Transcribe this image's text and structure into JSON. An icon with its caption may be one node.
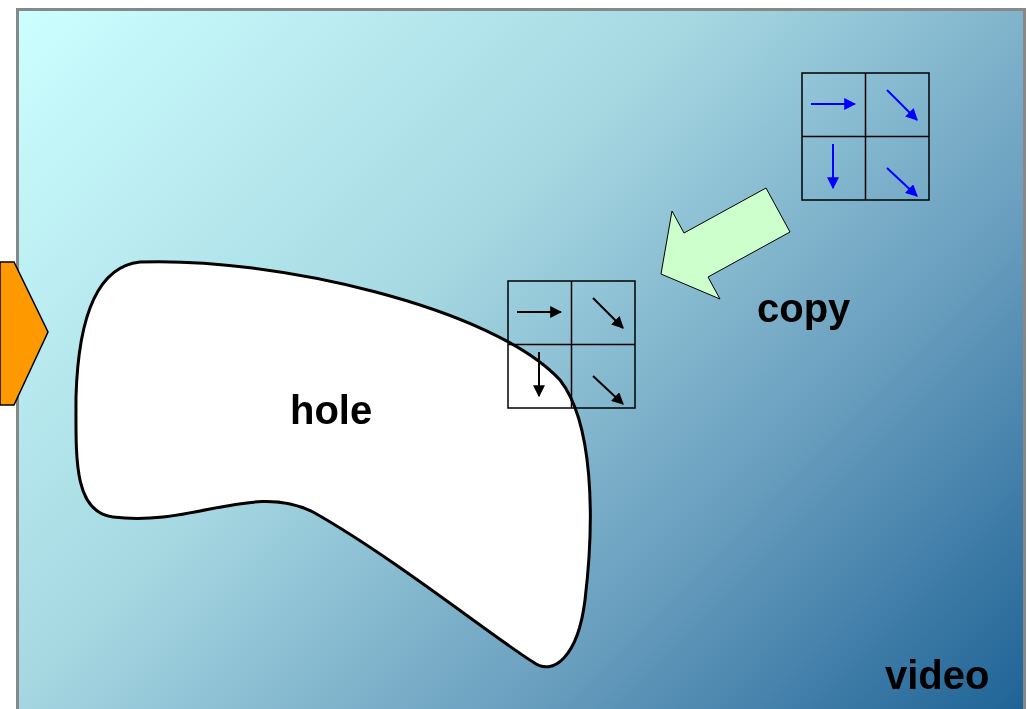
{
  "diagram": {
    "nodes": [
      {
        "text": [
          "video"
        ]
      },
      {
        "text": [
          "hole"
        ],
        "in": 0
      },
      {
        "text": [],
        "shape": "box",
        "in": 0
      },
      {
        "text": [],
        "shape": "box",
        "in": 0
      }
    ],
    "edges": [
      {
        "from": 2,
        "to": 3,
        "arrow": "to",
        "label": "copy",
        "style": "thick",
        "color": "#ccffcc"
      }
    ]
  }
}
